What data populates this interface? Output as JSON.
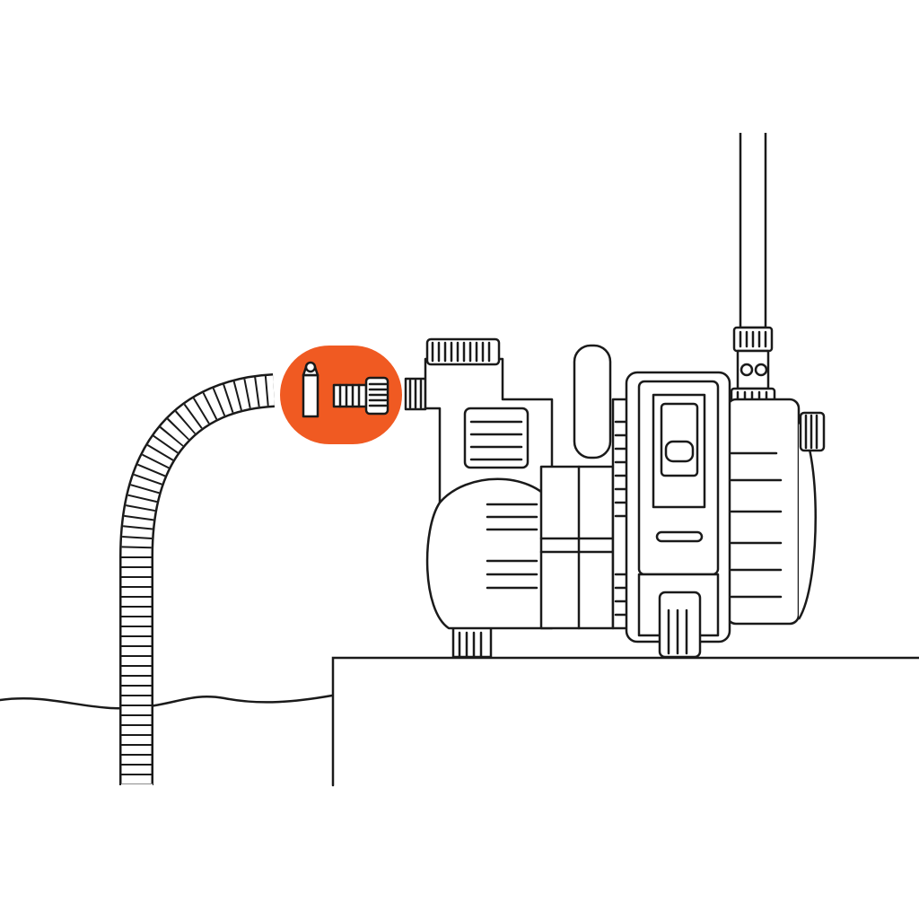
{
  "illustration": {
    "background_color": "#ffffff",
    "line_color": "#1a1a1a",
    "highlight_color": "#f05a22",
    "elements": [
      "water-surface",
      "suction-hose",
      "hose-connector-badge",
      "garden-pump",
      "discharge-pipe",
      "platform"
    ],
    "badge_icons": [
      "tube-fitting-icon",
      "threaded-connector-icon"
    ]
  }
}
